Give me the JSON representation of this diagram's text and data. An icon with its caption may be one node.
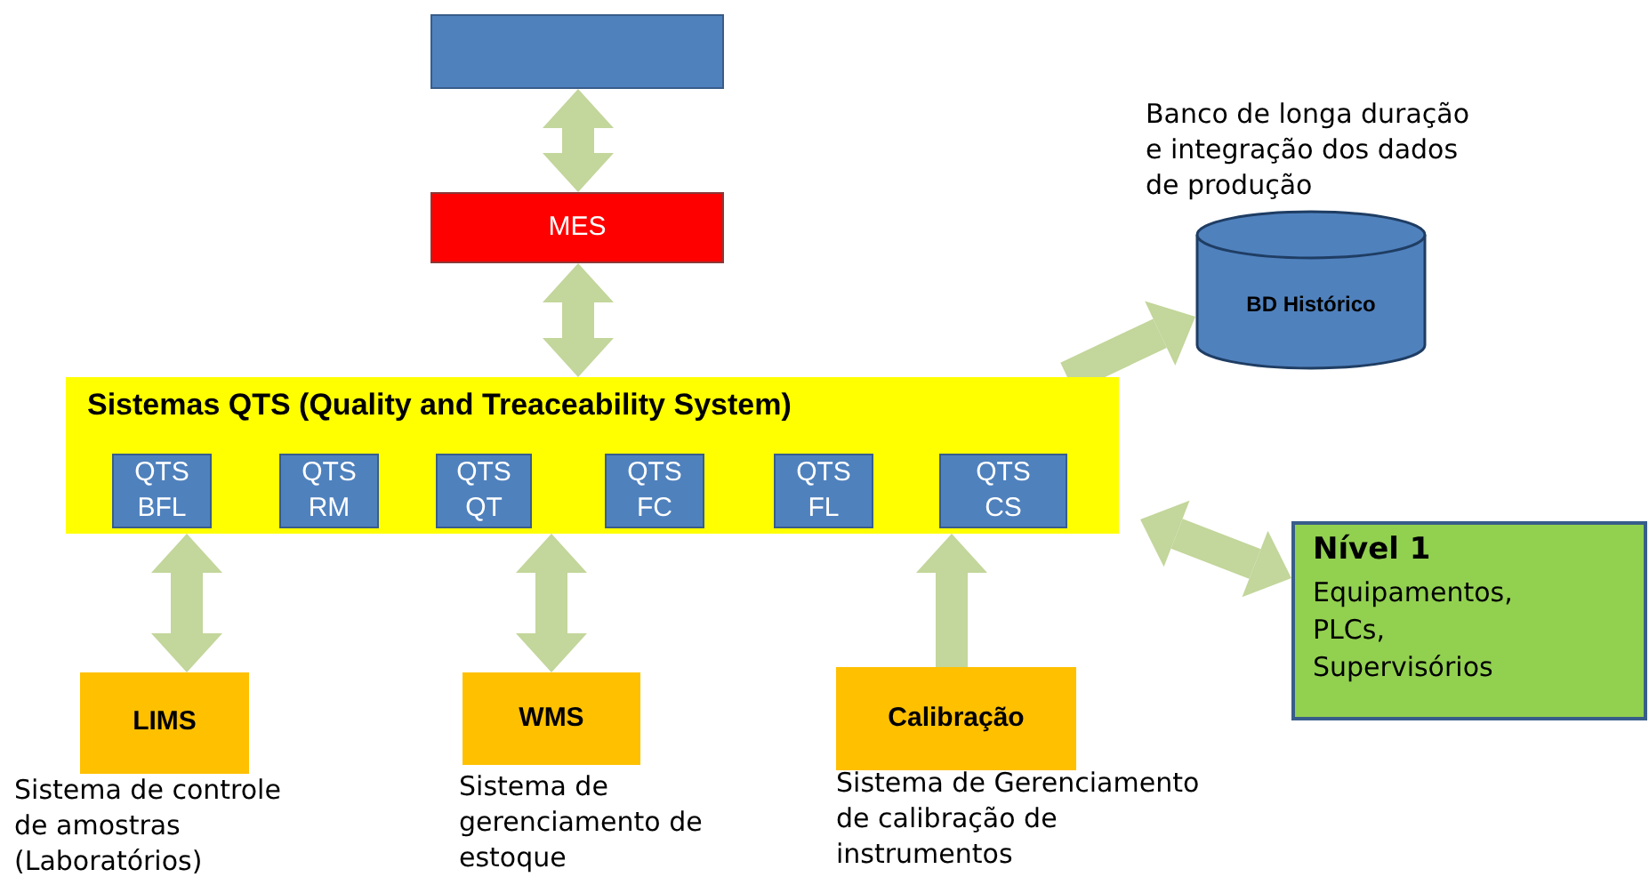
{
  "diagram": {
    "nodes": [
      {
        "text": [],
        "shape": "box"
      },
      {
        "text": [
          "MES"
        ]
      },
      {
        "text": [
          "BD Histórico"
        ],
        "beside": [
          "Banco de longa duração e integração dos dados de produção"
        ]
      },
      {
        "text": [
          "Sistemas QTS (Quality and Treaceability System)"
        ]
      },
      {
        "text": [
          "QTS BFL"
        ],
        "in": 3
      },
      {
        "text": [
          "QTS RM"
        ],
        "in": 3
      },
      {
        "text": [
          "QTS QT"
        ],
        "in": 3
      },
      {
        "text": [
          "QTS FC"
        ],
        "in": 3
      },
      {
        "text": [
          "QTS FL"
        ],
        "in": 3
      },
      {
        "text": [
          "QTS CS"
        ],
        "in": 3
      },
      {
        "text": [
          "Nível 1",
          "Equipamentos, PLCs, Supervisórios"
        ]
      },
      {
        "text": [
          "LIMS"
        ],
        "beside": [
          "Sistema de controle de amostras (Laboratórios)"
        ]
      },
      {
        "text": [
          "WMS"
        ],
        "beside": [
          "Sistema de gerenciamento de estoque"
        ]
      },
      {
        "text": [
          "Calibração"
        ],
        "beside": [
          "Sistema de Gerenciamento de calibração de instrumentos"
        ]
      }
    ],
    "edges": [
      {
        "from": 0,
        "to": 1,
        "arrow": "both"
      },
      {
        "from": 1,
        "to": 3,
        "arrow": "both"
      },
      {
        "from": 3,
        "to": 2,
        "arrow": "to"
      },
      {
        "from": 3,
        "to": 10,
        "arrow": "both"
      },
      {
        "from": 3,
        "to": 11,
        "arrow": "both"
      },
      {
        "from": 3,
        "to": 12,
        "arrow": "both"
      },
      {
        "from": 13,
        "to": 3,
        "arrow": "to"
      }
    ]
  }
}
